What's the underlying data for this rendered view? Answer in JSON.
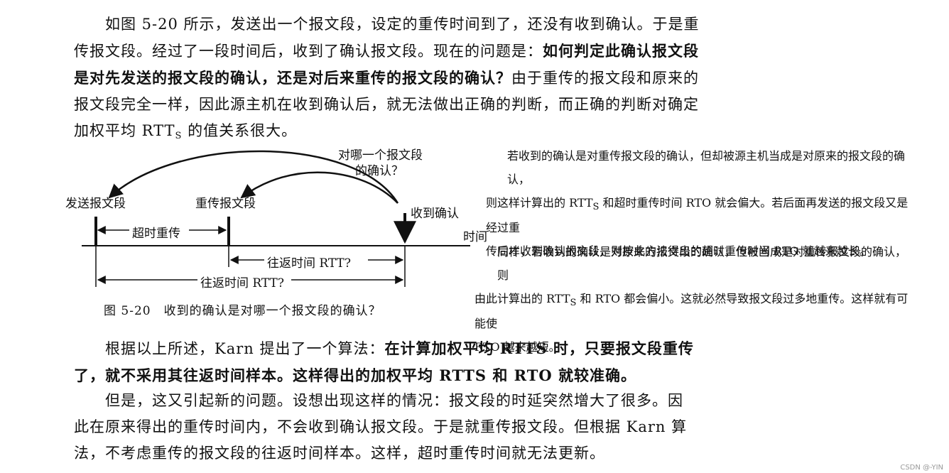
{
  "para1": {
    "line1": "如图 5-20 所示，发送出一个报文段，设定的重传时间到了，还没有收到确认。于是重",
    "line2a": "传报文段。经过了一段时间后，收到了确认报文段。现在的问题是：",
    "line2b": "如何判定此确认报文段",
    "line3b": "是对先发送的报文段的确认，还是对后来重传的报文段的确认？",
    "line3c": "由于重传的报文段和原来的",
    "line4": "报文段完全一样，因此源主机在收到确认后，就无法做出正确的判断，而正确的判断对确定",
    "line5a": "加权平均 RTT",
    "line5sub": "S",
    "line5b": " 的值关系很大。"
  },
  "figure": {
    "question_line1": "对哪一个报文段",
    "question_line2": "的确认？",
    "send_label": "发送报文段",
    "resend_label": "重传报文段",
    "ack_label": "收到确认",
    "time_label": "时间",
    "timeout_label": "超时重传",
    "rtt_short": "往返时间 RTT?",
    "rtt_long": "往返时间 RTT?",
    "caption": "图 5-20　收到的确认是对哪一个报文段的确认？"
  },
  "note1": {
    "line1": "若收到的确认是对重传报文段的确认，但却被源主机当成是对原来的报文段的确认，",
    "line2a": "则这样计算出的 RTT",
    "line2sub": "S",
    "line2b": " 和超时重传时间 RTO 就会偏大。若后面再发送的报文段又是经过重",
    "line3": "传后才收到确认报文段，则按此方法得出的超时重传时间 RTO 就越来越长。"
  },
  "note2": {
    "line1": "同样，若收到的确认是对原来的报文段的确认，但被当成是对重传报文段的确认，则",
    "line2a": "由此计算出的 RTT",
    "line2sub": "S",
    "line2b": " 和 RTO 都会偏小。这就必然导致报文段过多地重传。这样就有可能使",
    "line3": "RTO 越来越短。"
  },
  "para2": {
    "line1a": "根据以上所述，Karn 提出了一个算法：",
    "line1b": "在计算加权平均 RTTS 时，只要报文段重传",
    "line2b": "了，就不采用其往返时间样本。这样得出的加权平均 RTTS 和 RTO 就较准确。"
  },
  "para3": {
    "line1": "但是，这又引起新的问题。设想出现这样的情况：报文段的时延突然增大了很多。因",
    "line2": "此在原来得出的重传时间内，不会收到确认报文段。于是就重传报文段。但根据 Karn 算",
    "line3": "法，不考虑重传的报文段的往返时间样本。这样，超时重传时间就无法更新。"
  },
  "watermark": "CSDN @-YIN"
}
